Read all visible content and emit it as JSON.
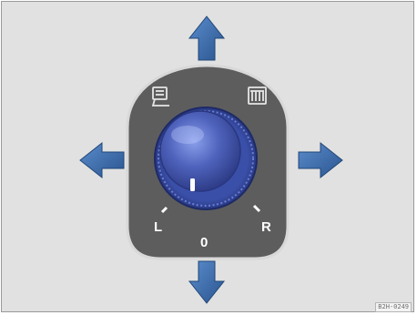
{
  "dial": {
    "label_left": "L",
    "label_off": "0",
    "label_right": "R"
  },
  "icons": {
    "left": "mirror-adjust-icon",
    "right": "heated-mirror-icon"
  },
  "arrows": [
    "up",
    "down",
    "left",
    "right"
  ],
  "figure_ref": "B2H-0249",
  "colors": {
    "background": "#e1e1e1",
    "housing": "#5d5d5d",
    "housing_border": "#d9d9d9",
    "knob": "#4a5fb6",
    "arrow": "#3a6aa8",
    "label": "#ffffff"
  }
}
